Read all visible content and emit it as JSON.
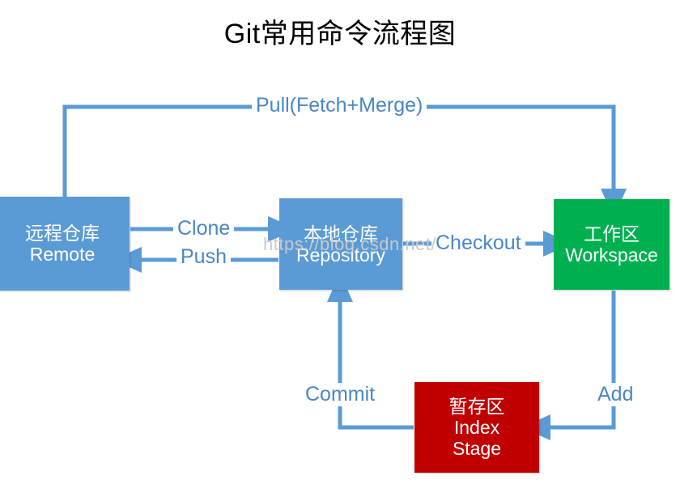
{
  "diagram": {
    "title": "Git常用命令流程图",
    "type": "flowchart",
    "watermark": "https://blog.csdn.net/",
    "colors": {
      "remote_fill": "#5B9BD5",
      "repository_fill": "#5B9BD5",
      "workspace_fill": "#00B050",
      "index_fill": "#C00000",
      "connector": "#5B9BD5",
      "label_text": "#4A86C8",
      "node_text": "#FFFFFF",
      "title_text": "#000000",
      "background": "#FFFFFF"
    },
    "nodes": [
      {
        "id": "remote",
        "line1": "远程仓库",
        "line2": "Remote",
        "fill": "#5B9BD5"
      },
      {
        "id": "repository",
        "line1": "本地仓库",
        "line2": "Repository",
        "fill": "#5B9BD5"
      },
      {
        "id": "workspace",
        "line1": "工作区",
        "line2": "Workspace",
        "fill": "#00B050"
      },
      {
        "id": "index",
        "line1": "暂存区",
        "line2": "Index",
        "line3": "Stage",
        "fill": "#C00000"
      }
    ],
    "edges": [
      {
        "id": "pull",
        "label": "Pull(Fetch+Merge)",
        "from": "remote",
        "to": "workspace",
        "direction": "remote-to-workspace"
      },
      {
        "id": "clone",
        "label": "Clone",
        "from": "remote",
        "to": "repository",
        "direction": "right"
      },
      {
        "id": "push",
        "label": "Push",
        "from": "repository",
        "to": "remote",
        "direction": "left"
      },
      {
        "id": "checkout",
        "label": "Checkout",
        "from": "repository",
        "to": "workspace",
        "direction": "right"
      },
      {
        "id": "add",
        "label": "Add",
        "from": "workspace",
        "to": "index",
        "direction": "down-left"
      },
      {
        "id": "commit",
        "label": "Commit",
        "from": "index",
        "to": "repository",
        "direction": "left-up"
      }
    ]
  }
}
